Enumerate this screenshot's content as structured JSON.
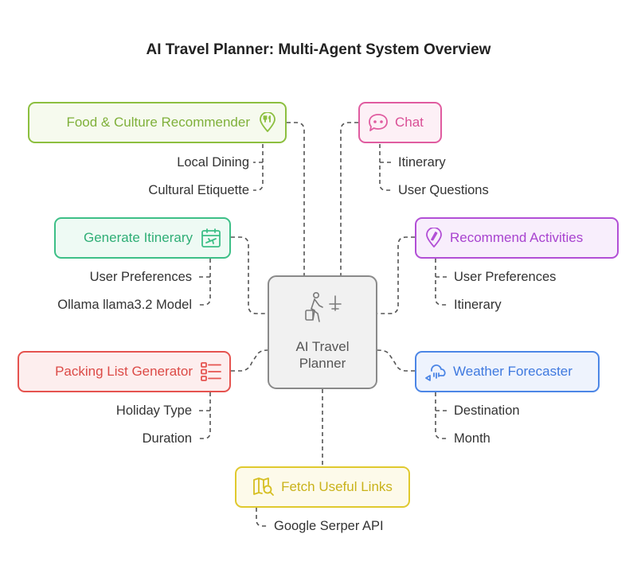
{
  "title": "AI Travel Planner: Multi-Agent System Overview",
  "center": {
    "line1": "AI Travel",
    "line2": "Planner",
    "icon": "traveler-plane-icon"
  },
  "agents": {
    "food": {
      "label": "Food & Culture Recommender",
      "color": "#8cbf3f",
      "icon": "food-location-icon",
      "items": [
        "Local Dining",
        "Cultural Etiquette"
      ]
    },
    "itinerary": {
      "label": "Generate Itinerary",
      "color": "#3dbf87",
      "icon": "calendar-plane-icon",
      "items": [
        "User Preferences",
        "Ollama llama3.2 Model"
      ]
    },
    "packing": {
      "label": "Packing List Generator",
      "color": "#e5534f",
      "icon": "list-icon",
      "items": [
        "Holiday Type",
        "Duration"
      ]
    },
    "chat": {
      "label": "Chat",
      "color": "#e05ca0",
      "icon": "chat-bubble-icon",
      "items": [
        "Itinerary",
        "User Questions"
      ]
    },
    "activities": {
      "label": "Recommend Activities",
      "color": "#b24fd6",
      "icon": "location-pin-icon",
      "items": [
        "User Preferences",
        "Itinerary"
      ]
    },
    "weather": {
      "label": "Weather Forecaster",
      "color": "#4c86e6",
      "icon": "weather-rain-icon",
      "items": [
        "Destination",
        "Month"
      ]
    },
    "links": {
      "label": "Fetch Useful Links",
      "color": "#e0c92e",
      "icon": "map-search-icon",
      "items": [
        "Google Serper API"
      ]
    }
  }
}
